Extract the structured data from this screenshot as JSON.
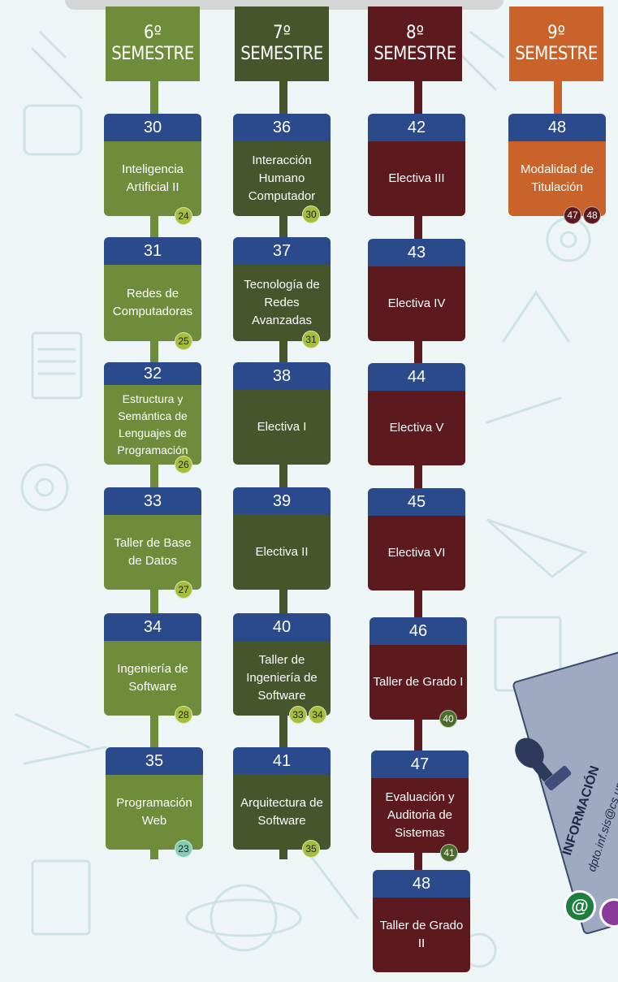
{
  "semesters": [
    {
      "num": "6º",
      "label": "SEMESTRE",
      "color": "#6e8c3a"
    },
    {
      "num": "7º",
      "label": "SEMESTRE",
      "color": "#47552c"
    },
    {
      "num": "8º",
      "label": "SEMESTRE",
      "color": "#5c1a1e"
    },
    {
      "num": "9º",
      "label": "SEMESTRE",
      "color": "#c9632a"
    }
  ],
  "col6": [
    {
      "code": "30",
      "name": "Inteligencia Artificial II",
      "prereq": [
        "24"
      ]
    },
    {
      "code": "31",
      "name": "Redes de Computadoras",
      "prereq": [
        "25"
      ]
    },
    {
      "code": "32",
      "name": "Estructura y Semántica de Lenguajes de Programación",
      "prereq": [
        "26"
      ]
    },
    {
      "code": "33",
      "name": "Taller de Base de Datos",
      "prereq": [
        "27"
      ]
    },
    {
      "code": "34",
      "name": "Ingeniería de Software",
      "prereq": [
        "28"
      ]
    },
    {
      "code": "35",
      "name": "Programación Web",
      "prereq": [
        "23"
      ]
    }
  ],
  "col7": [
    {
      "code": "36",
      "name": "Interacción Humano Computador",
      "prereq": [
        "30"
      ]
    },
    {
      "code": "37",
      "name": "Tecnología de Redes Avanzadas",
      "prereq": [
        "31"
      ]
    },
    {
      "code": "38",
      "name": "Electiva I",
      "prereq": []
    },
    {
      "code": "39",
      "name": "Electiva II",
      "prereq": []
    },
    {
      "code": "40",
      "name": "Taller de Ingeniería de Software",
      "prereq": [
        "33",
        "34"
      ]
    },
    {
      "code": "41",
      "name": "Arquitectura de Software",
      "prereq": [
        "35"
      ]
    }
  ],
  "col8": [
    {
      "code": "42",
      "name": "Electiva III",
      "prereq": []
    },
    {
      "code": "43",
      "name": "Electiva IV",
      "prereq": []
    },
    {
      "code": "44",
      "name": "Electiva V",
      "prereq": []
    },
    {
      "code": "45",
      "name": "Electiva VI",
      "prereq": []
    },
    {
      "code": "46",
      "name": "Taller de Grado I",
      "prereq": [
        "40"
      ]
    },
    {
      "code": "47",
      "name": "Evaluación y Auditoria de Sistemas",
      "prereq": [
        "41"
      ]
    },
    {
      "code": "48",
      "name": "Taller de Grado II",
      "prereq": []
    }
  ],
  "col9": [
    {
      "code": "48",
      "name": "Modalidad de Titulación",
      "prereq": [
        "47",
        "48"
      ]
    }
  ],
  "info": {
    "title": "INFORMACIÓN",
    "email": "dpto.inf.sis@cs.umss",
    "at_symbol": "@"
  },
  "icons": [
    "at-icon",
    "stamp-icon",
    "purple-circle-icon"
  ]
}
